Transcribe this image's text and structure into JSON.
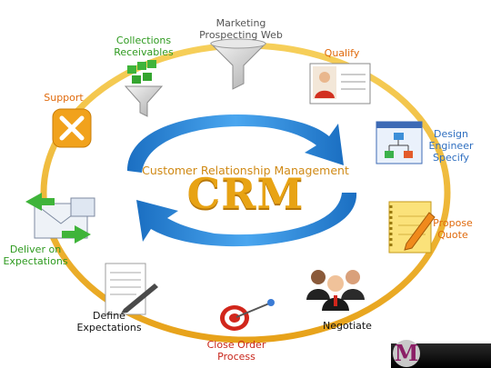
{
  "title": "Customer Relationship Management",
  "center_label": "CRM",
  "stages": [
    {
      "id": "marketing",
      "lines": [
        "Marketing",
        "Prospecting Web"
      ],
      "icon": "funnel-icon"
    },
    {
      "id": "qualify",
      "lines": [
        "Qualify"
      ],
      "icon": "id-card-icon"
    },
    {
      "id": "design",
      "lines": [
        "Design",
        "Engineer",
        "Specify"
      ],
      "icon": "flowchart-window-icon"
    },
    {
      "id": "propose",
      "lines": [
        "Propose",
        "Quote"
      ],
      "icon": "notepad-pencil-icon"
    },
    {
      "id": "negotiate",
      "lines": [
        "Negotiate"
      ],
      "icon": "people-group-icon"
    },
    {
      "id": "close",
      "lines": [
        "Close Order",
        "Process"
      ],
      "icon": "target-dart-icon"
    },
    {
      "id": "define",
      "lines": [
        "Define",
        "Expectations"
      ],
      "icon": "document-pen-icon"
    },
    {
      "id": "deliver",
      "lines": [
        "Deliver on",
        "Expectations"
      ],
      "icon": "envelope-arrows-icon"
    },
    {
      "id": "support",
      "lines": [
        "Support"
      ],
      "icon": "tools-icon"
    },
    {
      "id": "collections",
      "lines": [
        "Collections",
        "Receivables"
      ],
      "icon": "money-funnel-icon"
    }
  ],
  "logo_letter": "M",
  "colors": {
    "ring": "#f0b623",
    "arrow_blue": "#2a87d6",
    "crm_gold": "#e8a314",
    "label_gray": "#555555",
    "label_green": "#2e9a1f",
    "label_orange": "#e06a0c",
    "label_blue": "#2f6fc0",
    "label_red": "#c8261b"
  }
}
